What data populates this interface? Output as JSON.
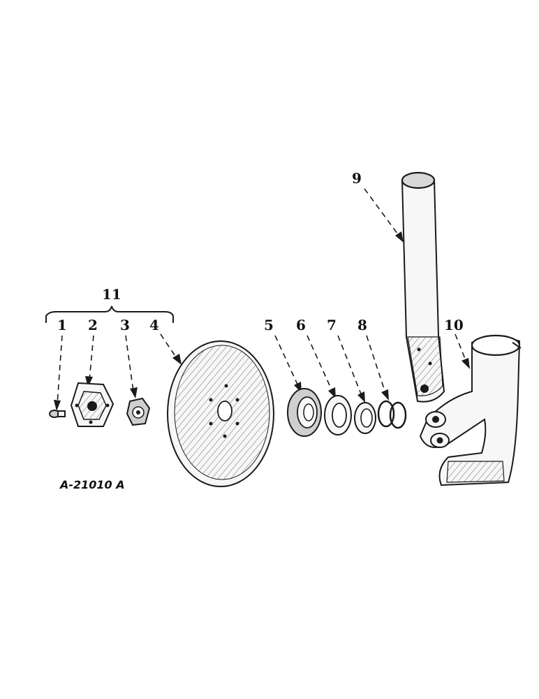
{
  "figure_id": "A-21010 A",
  "callouts": {
    "c1": "1",
    "c2": "2",
    "c3": "3",
    "c4": "4",
    "c5": "5",
    "c6": "6",
    "c7": "7",
    "c8": "8",
    "c9": "9",
    "c10": "10",
    "c11": "11"
  }
}
